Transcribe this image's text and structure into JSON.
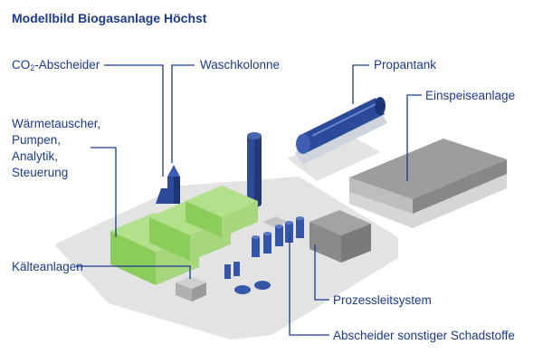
{
  "title": "Modellbild Biogasanlage Höchst",
  "labels": {
    "co2": {
      "pre": "CO",
      "sub": "2",
      "post": "-Abscheider"
    },
    "waschkolonne": "Waschkolonne",
    "propantank": "Propantank",
    "einspeiseanlage": "Einspeiseanlage",
    "waermetauscher": [
      "Wärmetauscher,",
      "Pumpen,",
      "Analytik,",
      "Steuerung"
    ],
    "kaelteanlagen": "Kälteanlagen",
    "prozessleitsystem": "Prozessleitsystem",
    "abscheider": "Abscheider sonstiger Schadstoffe"
  },
  "colors": {
    "text": "#1b3a8f",
    "leader": "#1b3a8f",
    "ground": "#e2e2e2",
    "green": "#9ad36a",
    "blue": "#2b4a9a",
    "grey": "#8e8e8e"
  }
}
